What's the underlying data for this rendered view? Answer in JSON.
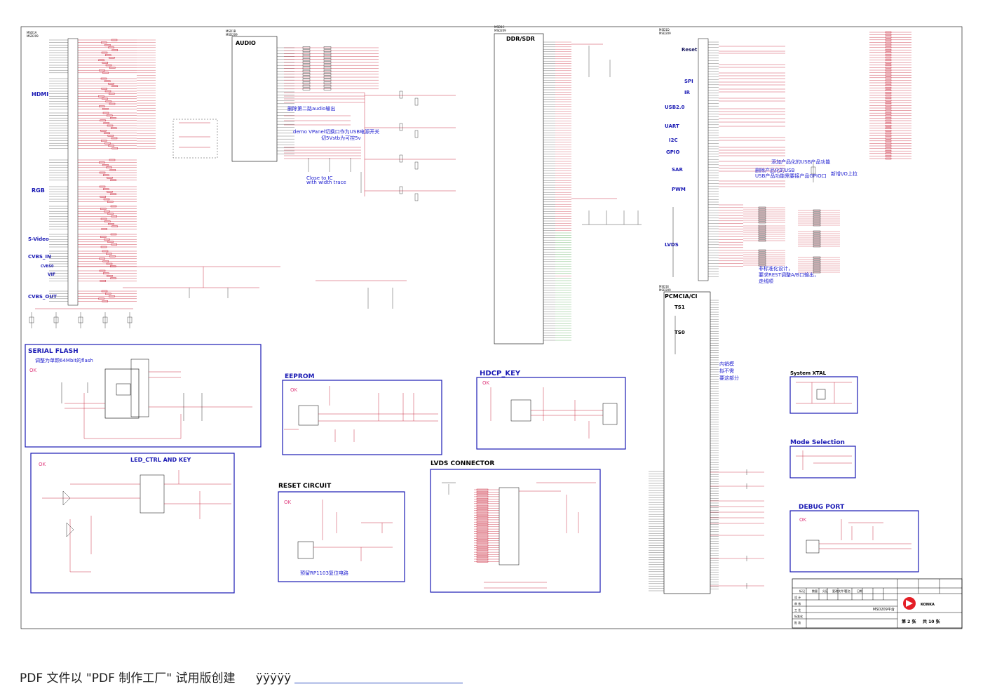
{
  "chip_sections": {
    "audio": "AUDIO",
    "ddr": "DDR/SDR",
    "hdmi": "HDMI",
    "rgb": "RGB",
    "svideo": "S-Video",
    "cvbs_in": "CVBS_IN",
    "cvbs0": "CVBS0",
    "vif": "VIF",
    "cvbs_out": "CVBS_OUT",
    "reset": "Reset",
    "ir": "IR",
    "spi": "SPI",
    "usb": "USB2.0",
    "uart": "UART",
    "i2c": "I2C",
    "gpio": "GPIO",
    "sar": "SAR",
    "pwm": "PWM",
    "lvds": "LVDS",
    "pcmcia": "PCMCIA/CI",
    "ts1": "TS1",
    "ts0": "TS0"
  },
  "blocks": {
    "serial_flash": "SERIAL FLASH",
    "eeprom": "EEPROM",
    "hdcp_key": "HDCP_KEY",
    "led_ctrl": "LED_CTRL AND KEY",
    "reset_circuit": "RESET CIRCUIT",
    "lvds_connector": "LVDS CONNECTOR",
    "system_xtal": "System XTAL",
    "mode_selection": "Mode Selection",
    "debug_port": "DEBUG PORT"
  },
  "ok_marks": [
    "OK",
    "OK",
    "OK",
    "OK",
    "OK",
    "OK"
  ],
  "notes": {
    "flash": "调整为单颗64Mbit的flash",
    "audio_cut": "删除第二路audio输出",
    "vpanel": "demo VPanel切换口作为USB电源开关",
    "usb_5v": "切5Vstb为可控5v",
    "i2c_close": "Close to IC",
    "i2c_width": "with width trace",
    "usb_power": "添加产品化的USB产品功能",
    "usb_en": "删除产品化的USB",
    "usb_gpio": "USB产品功能需要接产品GPIO口",
    "new_pin": "新增I/O上拉",
    "lvds_note1": "非标准化设计，",
    "lvds_note2": "要求REST调整A/B口输出，",
    "lvds_note3": "走线顺",
    "pcmcia1": "内销模",
    "pcmcia2": "拟不需",
    "pcmcia3": "要这部分",
    "reset_note": "预留RP1103复位电路"
  },
  "title_block": {
    "platform": "MSD209平台",
    "company": "KONKA",
    "sheet": "第 2 张",
    "total": "共 10 张",
    "headers": [
      "标记",
      "数量",
      "分区",
      "更改文件号",
      "签名",
      "日期"
    ],
    "rows": [
      "设 计",
      "审 核",
      "工 艺",
      "标准化",
      "批 准"
    ]
  },
  "footer": {
    "text": "PDF 文件以 \"PDF 制作工厂\" 试用版创建",
    "link": "ÿÿÿÿÿ"
  }
}
